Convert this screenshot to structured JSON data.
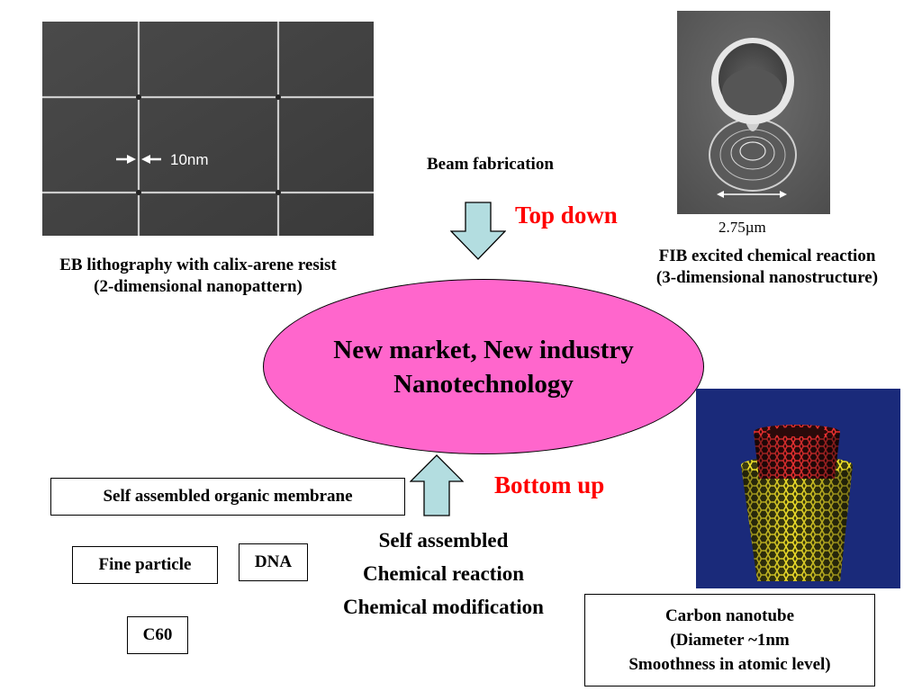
{
  "sem_image": {
    "scale_label": "10nm"
  },
  "eb_caption": {
    "line1": "EB lithography with calix-arene resist",
    "line2": "(2-dimensional nanopattern)"
  },
  "beam_fabrication": "Beam fabrication",
  "top_down": "Top down",
  "fib_image": {
    "scale_label": "2.75µm"
  },
  "fib_caption": {
    "line1": "FIB excited chemical reaction",
    "line2": "(3-dimensional nanostructure)"
  },
  "ellipse": {
    "line1": "New market, New industry",
    "line2": "Nanotechnology"
  },
  "bottom_up": "Bottom up",
  "boxes": {
    "organic_membrane": "Self assembled organic membrane",
    "fine_particle": "Fine particle",
    "dna": "DNA",
    "c60": "C60"
  },
  "chemical_text": {
    "line1": "Self assembled",
    "line2": "Chemical reaction",
    "line3": "Chemical modification"
  },
  "nanotube_caption": {
    "line1": "Carbon nanotube",
    "line2": "(Diameter ~1nm",
    "line3": "Smoothness in atomic level)"
  },
  "colors": {
    "ellipse_fill": "#ff66cc",
    "arrow_fill": "#b3dde0",
    "accent_red": "#ff0000"
  }
}
